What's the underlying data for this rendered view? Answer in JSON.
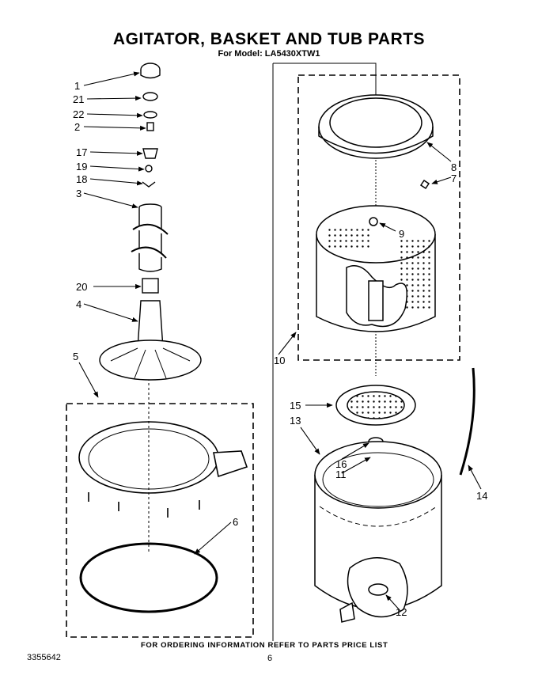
{
  "title": "AGITATOR, BASKET AND TUB PARTS",
  "subtitle": "For Model: LA5430XTW1",
  "footer_note": "FOR ORDERING INFORMATION REFER TO PARTS PRICE LIST",
  "doc_number": "3355642",
  "page_number": "6",
  "callouts": {
    "c1": "1",
    "c21": "21",
    "c22": "22",
    "c2": "2",
    "c17": "17",
    "c19": "19",
    "c18": "18",
    "c3": "3",
    "c20": "20",
    "c4": "4",
    "c5": "5",
    "c6": "6",
    "c8": "8",
    "c7": "7",
    "c9": "9",
    "c10": "10",
    "c15": "15",
    "c13": "13",
    "c16": "16",
    "c11": "11",
    "c14": "14",
    "c12": "12"
  }
}
